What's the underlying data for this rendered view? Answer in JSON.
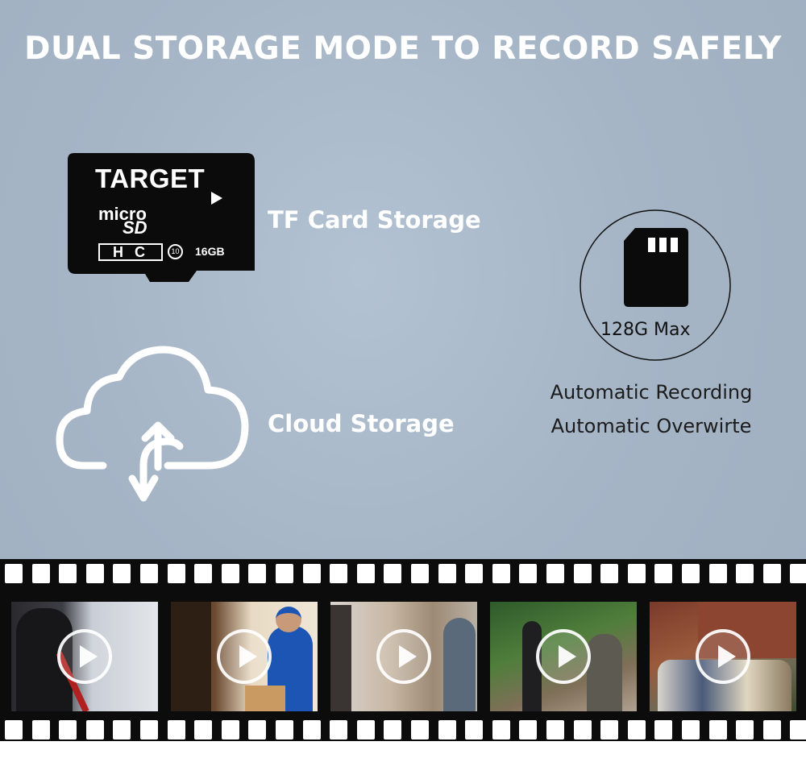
{
  "title": "DUAL STORAGE MODE TO RECORD SAFELY",
  "sd_card": {
    "brand": "TARGET",
    "micro_text": "micro",
    "sd_text": "SD",
    "hc_text": "HC",
    "class_text": "10",
    "capacity": "16GB"
  },
  "tf_label": "TF Card Storage",
  "cloud_label": "Cloud Storage",
  "badge": {
    "icon": "sd-card-icon",
    "label": "128G Max"
  },
  "features": [
    "Automatic Recording",
    "Automatic Overwirte"
  ],
  "film_frames": [
    {
      "icon": "play-icon"
    },
    {
      "icon": "play-icon"
    },
    {
      "icon": "play-icon"
    },
    {
      "icon": "play-icon"
    },
    {
      "icon": "play-icon"
    }
  ],
  "colors": {
    "background": "#a8b8c9",
    "title": "#ffffff",
    "film": "#0c0c0c"
  }
}
